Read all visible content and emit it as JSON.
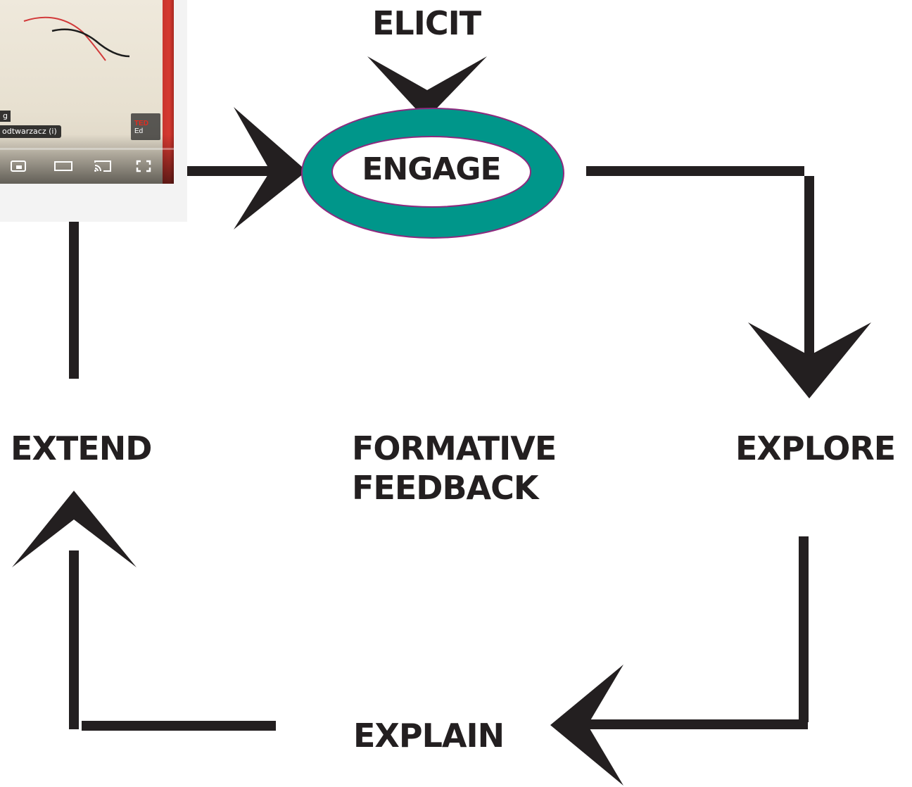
{
  "diagram": {
    "stages": {
      "elicit": "ELICIT",
      "engage": "ENGAGE",
      "explore": "EXPLORE",
      "explain": "EXPLAIN",
      "extend": "EXTEND",
      "formative_line1": "FORMATIVE",
      "formative_line2": "FEEDBACK"
    },
    "colors": {
      "ink": "#231f20",
      "engage_ring": "#00968a",
      "engage_ring_outline": "#8e2a7f"
    }
  },
  "video_player": {
    "caption_line1": "g",
    "caption_line2": "odtwarzacz (i)",
    "channel_logo_top": "TED",
    "channel_logo_bottom": "Ed",
    "controls": [
      "miniplayer-icon",
      "theater-mode-icon",
      "cast-icon",
      "fullscreen-icon"
    ]
  }
}
